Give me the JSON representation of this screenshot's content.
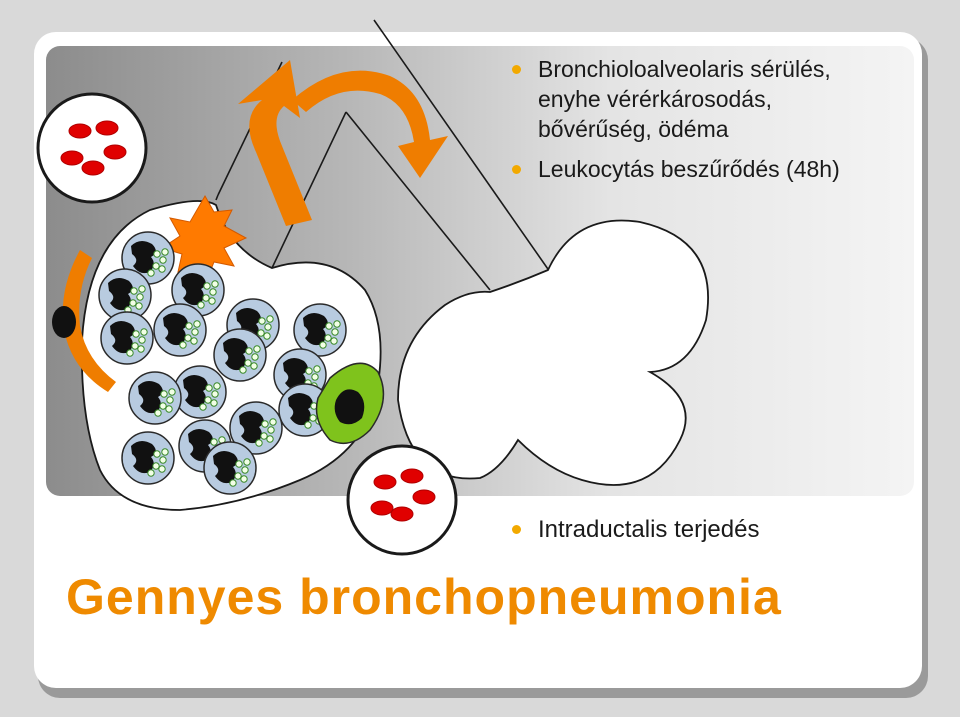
{
  "slide": {
    "bullets_top": [
      "Bronchioloalveolaris sérülés, enyhe vérérkárosodás, bővérűség, ödéma",
      "Leukocytás beszűrődés (48h)"
    ],
    "bullet_bottom": "Intraductalis terjedés",
    "title": "Gennyes bronchopneumonia"
  },
  "colors": {
    "title": "#ef8a00",
    "bullet": "#f2a900",
    "arrow": "#ef7d00",
    "burst": "#ff7a00",
    "red_cell": "#e00000",
    "macrophage": "#7fc31c",
    "leukocyte": "#b8cbe0"
  },
  "icons": [
    "curved-arrow-icon",
    "explosion-icon",
    "red-blood-cell-icon",
    "leukocyte-icon",
    "macrophage-icon"
  ]
}
